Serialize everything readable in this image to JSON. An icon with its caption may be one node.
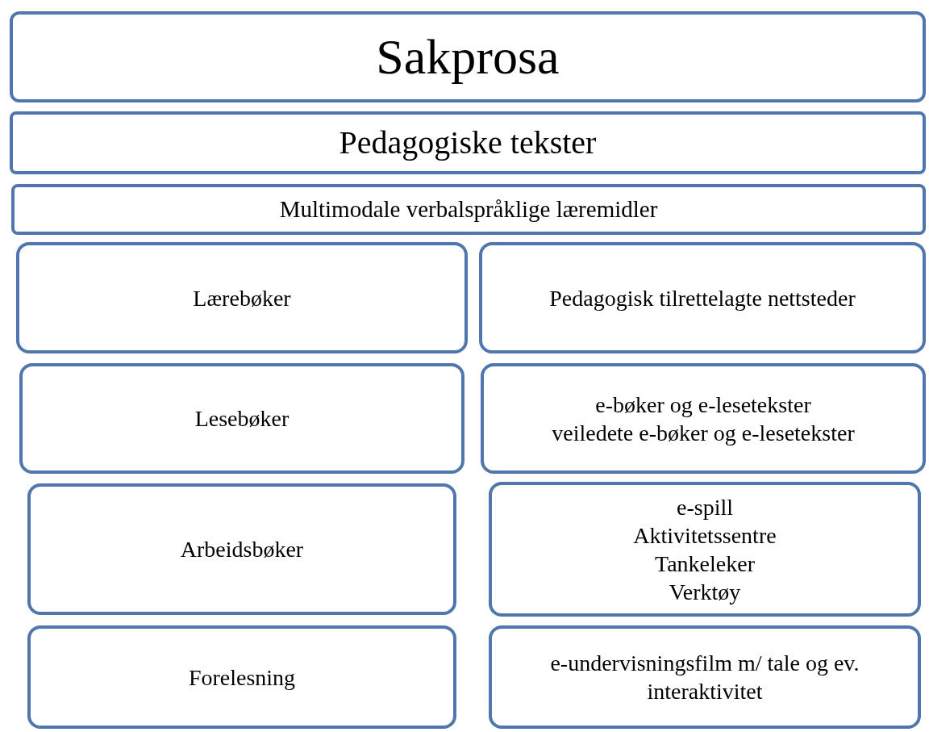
{
  "diagram": {
    "nodes": [
      {
        "text": [
          "Sakprosa"
        ]
      },
      {
        "text": [
          "Pedagogiske tekster"
        ]
      },
      {
        "text": [
          "Multimodale verbalspråklige læremidler"
        ]
      },
      {
        "text": [
          "Lærebøker"
        ]
      },
      {
        "text": [
          "Pedagogisk tilrettelagte nettsteder"
        ]
      },
      {
        "text": [
          "Lesebøker"
        ]
      },
      {
        "text": [
          "e-bøker og e-lesetekster",
          "veiledete e-bøker og e-lesetekster"
        ]
      },
      {
        "text": [
          "Arbeidsbøker"
        ]
      },
      {
        "text": [
          "e-spill",
          "Aktivitetssentre",
          "Tankeleker",
          "Verktøy"
        ]
      },
      {
        "text": [
          "Forelesning"
        ]
      },
      {
        "text": [
          "e-undervisningsfilm m/ tale og ev. interaktivitet"
        ]
      }
    ]
  }
}
